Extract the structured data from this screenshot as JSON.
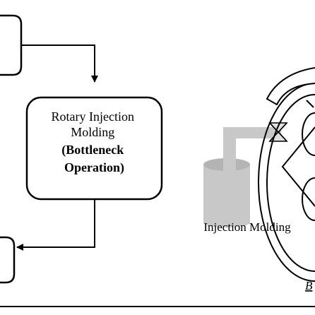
{
  "flowchart": {
    "process_box": {
      "line1": "Rotary Injection",
      "line2": "Molding",
      "line3": "(Bottleneck",
      "line4": "Operation)"
    }
  },
  "illustration": {
    "caption": "Injection Molding",
    "partial_label": "B"
  },
  "colors": {
    "stroke": "#000000",
    "machine_gray": "#c8c8c8",
    "background": "#ffffff"
  }
}
